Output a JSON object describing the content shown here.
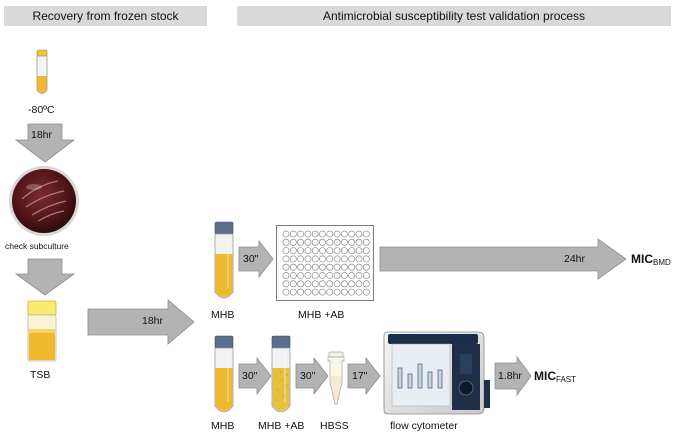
{
  "headers": {
    "left": "Recovery from frozen stock",
    "right": "Antimicrobial susceptibility test validation process"
  },
  "left_column": {
    "freezer_label": "-80ºC",
    "arrow1_label": "18hr",
    "plate_label": "check subculture",
    "tsb_label": "TSB"
  },
  "center_arrow_label": "18hr",
  "top_row": {
    "tube_label": "MHB",
    "arrow_label": "30\"",
    "plate_label": "MHB +AB",
    "long_arrow_label": "24hr",
    "mic_main": "MIC",
    "mic_sub": "BMD"
  },
  "bottom_row": {
    "tube1_label": "MHB",
    "arrow1_label": "30\"",
    "tube2_label": "MHB +AB",
    "arrow2_label": "30\"",
    "tube3_label": "HBSS",
    "arrow3_label": "17\"",
    "instrument_label": "flow cytometer",
    "arrow4_label": "1.8hr",
    "mic_main": "MIC",
    "mic_sub": "FAST"
  },
  "colors": {
    "header_bg": "#d9d9d9",
    "arrow_fill": "#b3b3b3",
    "arrow_stroke": "#8c8c8c",
    "culture_yellow": "#f1b82d",
    "cap_blue": "#5b6f8c"
  }
}
